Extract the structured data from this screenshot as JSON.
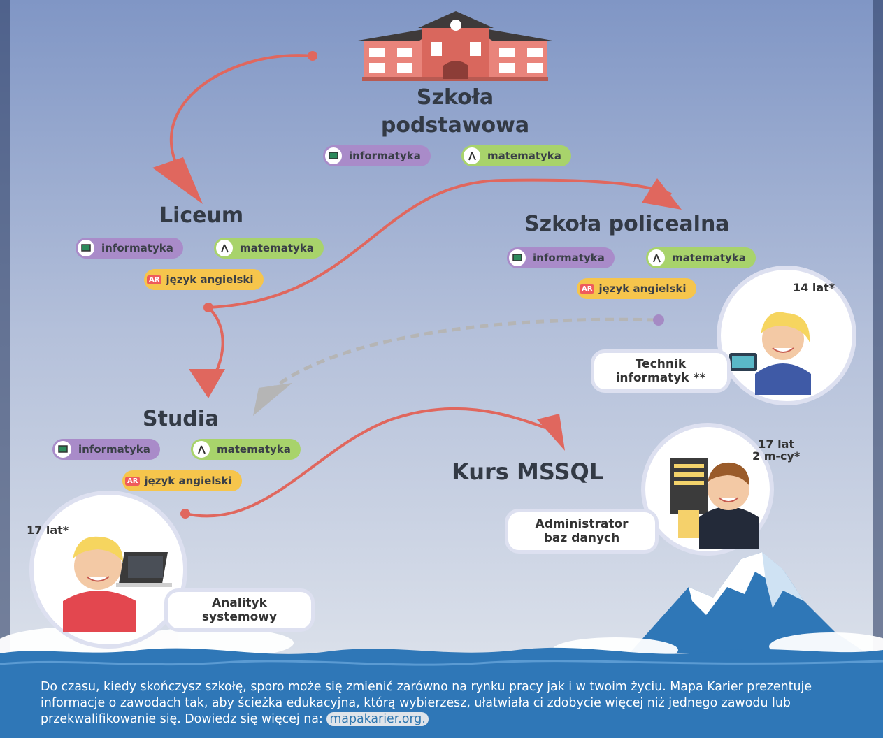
{
  "nodes": {
    "szkola_podstawowa": {
      "line1": "Szkoła",
      "line2": "podstawowa"
    },
    "liceum": {
      "label": "Liceum"
    },
    "szkola_policealna": {
      "label": "Szkoła policealna"
    },
    "studia": {
      "label": "Studia"
    },
    "kurs_mssql": {
      "label": "Kurs MSSQL"
    }
  },
  "tags": {
    "informatyka": "informatyka",
    "matematyka": "matematyka",
    "jezyk_angielski": "język angielski",
    "ar_badge": "AR"
  },
  "careers": {
    "technik": {
      "age": "14 lat*",
      "line1": "Technik",
      "line2": "informatyk **"
    },
    "administrator": {
      "age_line1": "17 lat",
      "age_line2": "2 m-cy*",
      "line1": "Administrator",
      "line2": "baz danych"
    },
    "analityk": {
      "age": "17 lat*",
      "line1": "Analityk",
      "line2": "systemowy"
    }
  },
  "footer": {
    "text": "Do czasu, kiedy skończysz szkołę, sporo może się zmienić zarówno na rynku pracy jak i w twoim życiu. Mapa Karier prezentuje informacje o zawodach tak, aby ścieżka edukacyjna, którą wybierzesz, ułatwiała ci zdobycie więcej niż jednego zawodu lub przekwalifikowanie się. Dowiedz się więcej na:",
    "link": "mapakarier.org."
  },
  "colors": {
    "sky_top": "#7f93c3",
    "sky_bottom": "#e6eaef",
    "arrow": "#e0675e",
    "dashed_arrow": "#b5b5b5",
    "water": "#2f77b7",
    "purple_tag": "#a98bc9",
    "green_tag": "#a8d36b",
    "yellow_tag": "#f6c54c"
  }
}
